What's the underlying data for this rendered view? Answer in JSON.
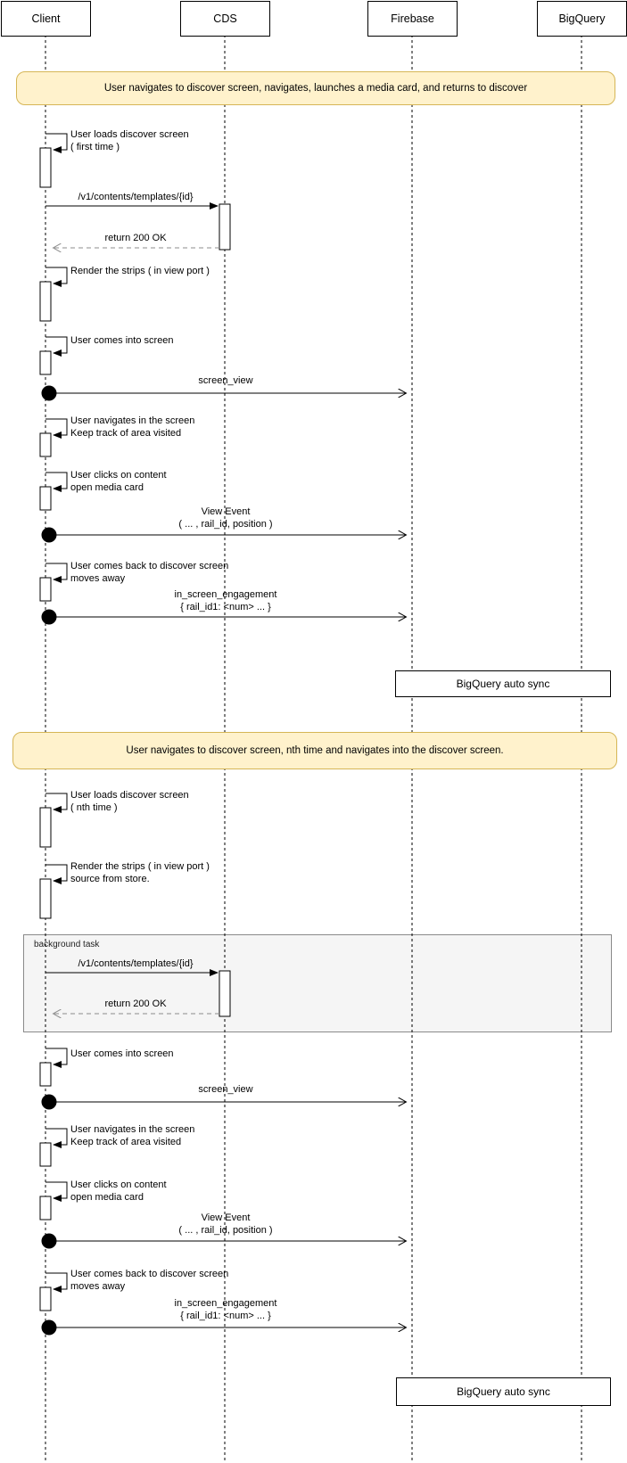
{
  "actors": [
    {
      "label": "Client"
    },
    {
      "label": "CDS"
    },
    {
      "label": "Firebase"
    },
    {
      "label": "BigQuery"
    }
  ],
  "notes": {
    "note1": "User navigates to discover screen, navigates, launches a media card, and returns to discover",
    "note2": "User navigates to discover screen, nth time and navigates into the discover screen."
  },
  "section1": {
    "load_screen": {
      "line1": "User loads discover screen",
      "line2": "( first time )"
    },
    "fetch_templates": "/v1/contents/templates/{id}",
    "return_ok": "return 200 OK",
    "render_strips": {
      "line1": "Render the strips ( in view port )"
    },
    "comes_into_screen": "User comes into screen",
    "screen_view": "screen_view",
    "navigates": {
      "line1": "User navigates in the screen",
      "line2": "Keep track of area visited"
    },
    "clicks_content": {
      "line1": "User clicks on content",
      "line2": "open media card"
    },
    "view_event": {
      "line1": "View Event",
      "line2": "( ... , rail_id, position )"
    },
    "comes_back": {
      "line1": "User comes back to discover screen",
      "line2": "moves away"
    },
    "engagement": {
      "line1": "in_screen_engagement",
      "line2": "{ rail_id1: <num> ... }"
    },
    "bigquery_sync": "BigQuery auto sync"
  },
  "section2": {
    "load_screen": {
      "line1": "User loads discover screen",
      "line2": "( nth time )"
    },
    "render_strips": {
      "line1": "Render the strips ( in view port )",
      "line2": "source from store."
    },
    "frame_label": "background task",
    "fetch_templates": "/v1/contents/templates/{id}",
    "return_ok": "return 200 OK",
    "comes_into_screen": "User comes into screen",
    "screen_view": "screen_view",
    "navigates": {
      "line1": "User navigates in the screen",
      "line2": "Keep track of area visited"
    },
    "clicks_content": {
      "line1": "User clicks on content",
      "line2": "open media card"
    },
    "view_event": {
      "line1": "View Event",
      "line2": "( ... , rail_id, position )"
    },
    "comes_back": {
      "line1": "User comes back to discover screen",
      "line2": "moves away"
    },
    "engagement": {
      "line1": "in_screen_engagement",
      "line2": "{ rail_id1: <num> ... }"
    },
    "bigquery_sync": "BigQuery auto sync"
  },
  "colors": {
    "note_fill": "#FFF2CC",
    "note_border": "#D6B656",
    "frame_fill": "#F5F5F5",
    "frame_border": "#8A8A8A",
    "line": "#000000",
    "return_line": "#8C8C8C"
  }
}
